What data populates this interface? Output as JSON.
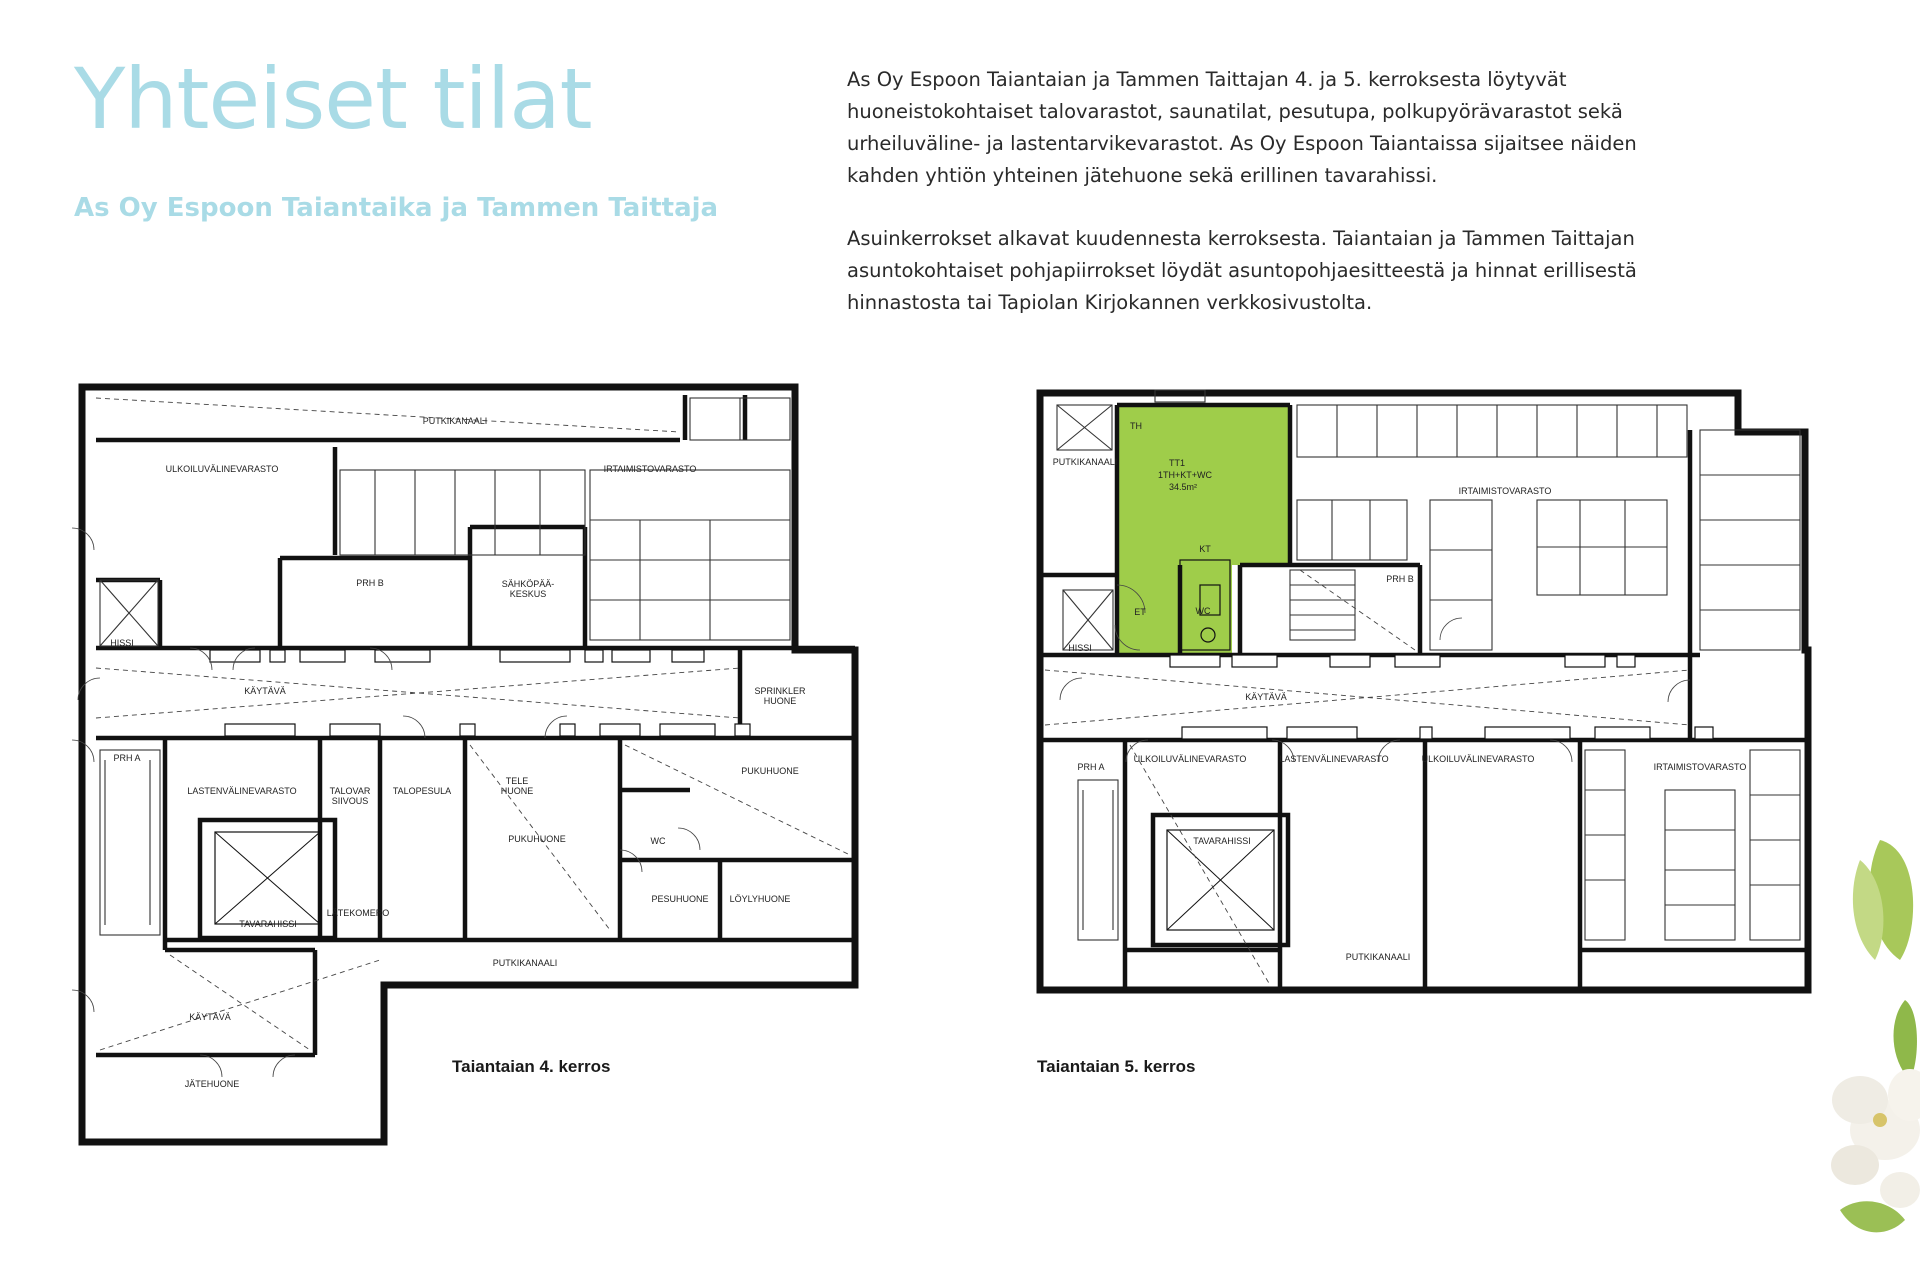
{
  "header": {
    "title": "Yhteiset tilat",
    "subtitle": "As Oy Espoon Taiantaika ja Tammen Taittaja",
    "accent_color": "#a9dbe6"
  },
  "intro": {
    "paragraph1": "As Oy Espoon Taiantaian ja Tammen Taittajan 4. ja 5. kerroksesta löytyvät huoneistokohtaiset talovarastot, saunatilat, pesutupa, polkupyörävarastot sekä urheiluväline- ja lastentarvikevarastot. As Oy Espoon Taiantaissa sijaitsee näiden kahden yhtiön yhteinen jätehuone sekä erillinen tavarahissi.",
    "paragraph2": "Asuinkerrokset alkavat kuudennesta kerroksesta. Taiantaian ja Tammen Taittajan asuntokohtaiset pohjapiirrokset löydät asuntopohjaesitteestä ja hinnat erillisestä hinnastosta tai Tapiolan Kirjokannen verkkosivustolta."
  },
  "plan4": {
    "caption": "Taiantaian 4. kerros",
    "labels": {
      "putkikanaali_top": "PUTKIKANAALI",
      "ulkoiluvaline": "ULKOILUVÄLINEVARASTO",
      "irtaimisto": "IRTAIMISTOVARASTO",
      "prh_b": "PRH B",
      "sahkopaa_1": "SÄHKÖPÄÄ-",
      "sahkopaa_2": "KESKUS",
      "hissi": "HISSI",
      "kaytava": "KÄYTÄVÄ",
      "sprinkler_1": "SPRINKLER",
      "sprinkler_2": "HUONE",
      "prh_a": "PRH A",
      "lastenvaline": "LASTENVÄLINEVARASTO",
      "talovar_1": "TALOVAR",
      "talovar_2": "SIIVOUS",
      "taloprsuja": "TALOPESULA",
      "tele_1": "TELE",
      "tele_2": "HUONE",
      "pukuhuone_1": "PUKUHUONE",
      "pukuhuone_2": "PUKUHUONE",
      "wc": "WC",
      "pesuhuone": "PESUHUONE",
      "loyly": "LÖYLYHUONE",
      "tavarahissi": "TAVARAHISSI",
      "latekomero": "LÄTEKOMERO",
      "putkikanaali_bottom": "PUTKIKANAALI",
      "kaytava_lower": "KÄYTÄVÄ",
      "jatehuone": "JÄTEHUONE"
    }
  },
  "plan5": {
    "caption": "Taiantaian 5. kerros",
    "highlight_color": "#9fcd4a",
    "labels": {
      "th": "TH",
      "tt1_1": "TT1",
      "tt1_2": "1TH+KT+WC",
      "tt1_3": "34.5m²",
      "kt": "KT",
      "et": "ET",
      "wc": "WC",
      "putkikanaali_left": "PUTKIKANAALI",
      "irtaimisto_top": "IRTAIMISTOVARASTO",
      "prh_b": "PRH B",
      "hissi": "HISSI",
      "kaytava": "KÄYTÄVÄ",
      "prh_a": "PRH A",
      "ulkoilu_1": "ULKOILUVÄLINEVARASTO",
      "lastenvaline": "LASTENVÄLINEVARASTO",
      "ulkoilu_2": "ULKOILUVÄLINEVARASTO",
      "irtaimisto_right": "IRTAIMISTOVARASTO",
      "tavarahissi": "TAVARAHISSI",
      "putkikanaali_bottom": "PUTKIKANAALI"
    }
  }
}
